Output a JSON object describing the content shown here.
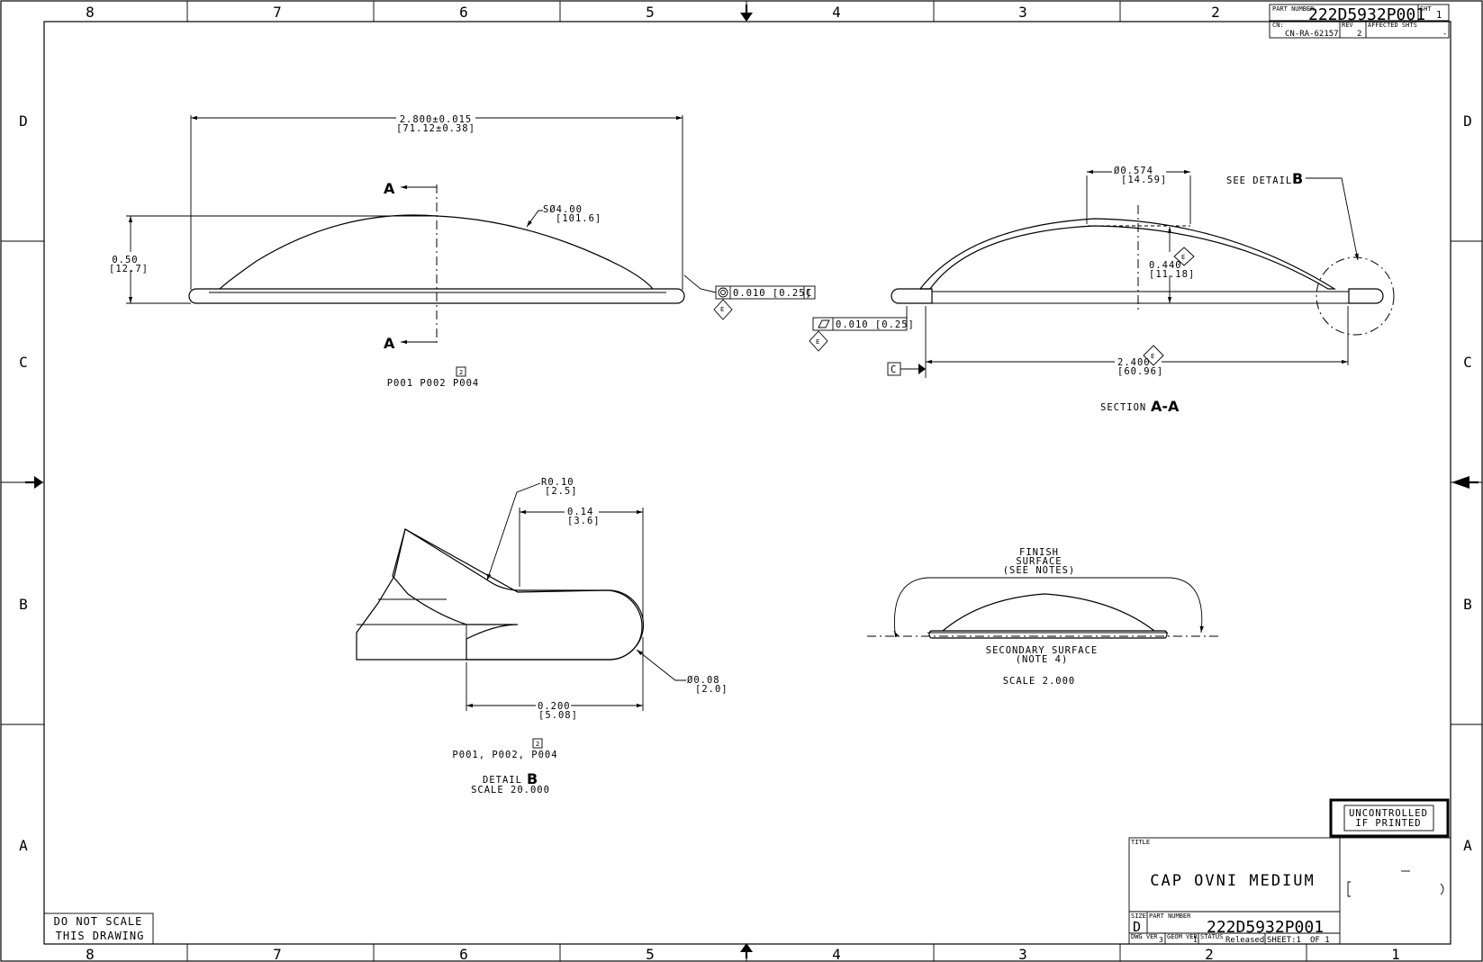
{
  "zones": {
    "columns": [
      "8",
      "7",
      "6",
      "5",
      "4",
      "3",
      "2",
      "1"
    ],
    "rows": [
      "D",
      "C",
      "B",
      "A"
    ]
  },
  "header_block": {
    "part_number_label": "PART NUMBER",
    "part_number": "222D5932P001",
    "sht_label": "SHT",
    "sht": "1",
    "cn_label": "CN:",
    "cn": "CN-RA-62157",
    "rev_label": "REV",
    "rev": "2",
    "affected_label": "AFFECTED SHTS",
    "affected": "-"
  },
  "view_top": {
    "dim_width": "2.800±0.015",
    "dim_width_mm": "[71.12±0.38]",
    "dim_height": "0.50",
    "dim_height_mm": "[12.7]",
    "radius": "SØ4.00",
    "radius_mm": "[101.6]",
    "section_letter": "A",
    "fcf_value": "0.010 [0.25]",
    "fcf_datum": "C",
    "datum_flag": "E",
    "note_flag": "2",
    "parts": "P001 P002 P004"
  },
  "section_aa": {
    "dia": "Ø0.574",
    "dia_mm": "[14.59]",
    "see_detail": "SEE DETAIL",
    "detail_letter": "B",
    "height": "0.440",
    "height_mm": "[11.18]",
    "flat_value": "0.010 [0.25]",
    "width": "2.400",
    "width_mm": "[60.96]",
    "datum": "C",
    "flag": "E",
    "label": "SECTION",
    "label_letter": "A-A"
  },
  "detail_b": {
    "radius": "R0.10",
    "radius_mm": "[2.5]",
    "dim_top": "0.14",
    "dim_top_mm": "[3.6]",
    "dia": "Ø0.08",
    "dia_mm": "[2.0]",
    "dim_bottom": "0.200",
    "dim_bottom_mm": "[5.08]",
    "note_flag": "2",
    "parts": "P001, P002, P004",
    "label": "DETAIL",
    "label_letter": "B",
    "scale": "SCALE  20.000"
  },
  "surface_view": {
    "finish_1": "FINISH",
    "finish_2": "SURFACE",
    "finish_3": "(SEE NOTES)",
    "secondary_1": "SECONDARY SURFACE",
    "secondary_2": "(NOTE 4)",
    "scale": "SCALE  2.000"
  },
  "uncontrolled": {
    "line1": "UNCONTROLLED",
    "line2": "IF PRINTED"
  },
  "title_block": {
    "title_label": "TITLE",
    "title": "CAP OVNI MEDIUM",
    "size_label": "SIZE",
    "size": "D",
    "part_label": "PART NUMBER",
    "part_number": "222D5932P001",
    "dwg_ver_label": "DWG VER",
    "dwg_ver": "3",
    "geom_ver_label": "GEOM VER",
    "geom_ver": "1",
    "status_label": "STATUS",
    "status": "Released",
    "sheet": "SHEET:1",
    "of": "OF 1"
  },
  "do_not_scale": {
    "line1": "DO NOT SCALE",
    "line2": "THIS DRAWING"
  }
}
